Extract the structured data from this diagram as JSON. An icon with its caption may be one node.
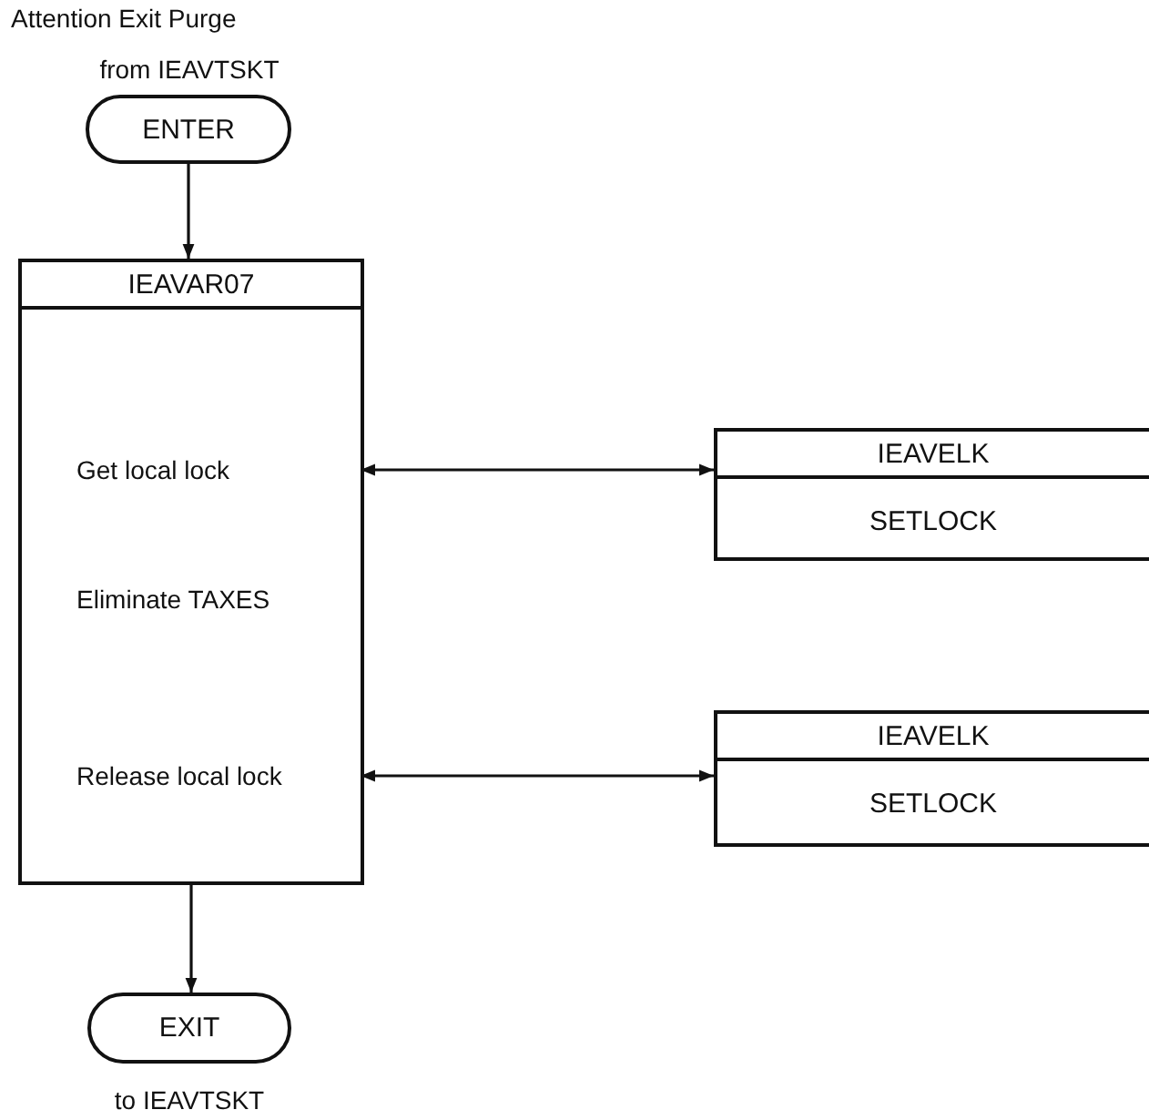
{
  "diagram": {
    "title": "Attention Exit Purge",
    "nodes": [
      {
        "text": [
          "ENTER"
        ],
        "beside": [
          "from IEAVTSKT"
        ]
      },
      {
        "text": [
          "IEAVAR07"
        ]
      },
      {
        "text": [
          "Get local lock"
        ],
        "in": 1
      },
      {
        "text": [
          "Eliminate TAXES"
        ],
        "in": 1
      },
      {
        "text": [
          "Release local lock"
        ],
        "in": 1
      },
      {
        "text": [
          "IEAVELK",
          "SETLOCK"
        ]
      },
      {
        "text": [
          "IEAVELK",
          "SETLOCK"
        ]
      },
      {
        "text": [
          "EXIT"
        ],
        "beside": [
          "to IEAVTSKT"
        ]
      }
    ],
    "edges": [
      {
        "from": 0,
        "to": 1,
        "arrow": "to"
      },
      {
        "from": 2,
        "to": 5,
        "arrow": "both"
      },
      {
        "from": 4,
        "to": 6,
        "arrow": "both"
      },
      {
        "from": 1,
        "to": 7,
        "arrow": "to"
      }
    ]
  }
}
